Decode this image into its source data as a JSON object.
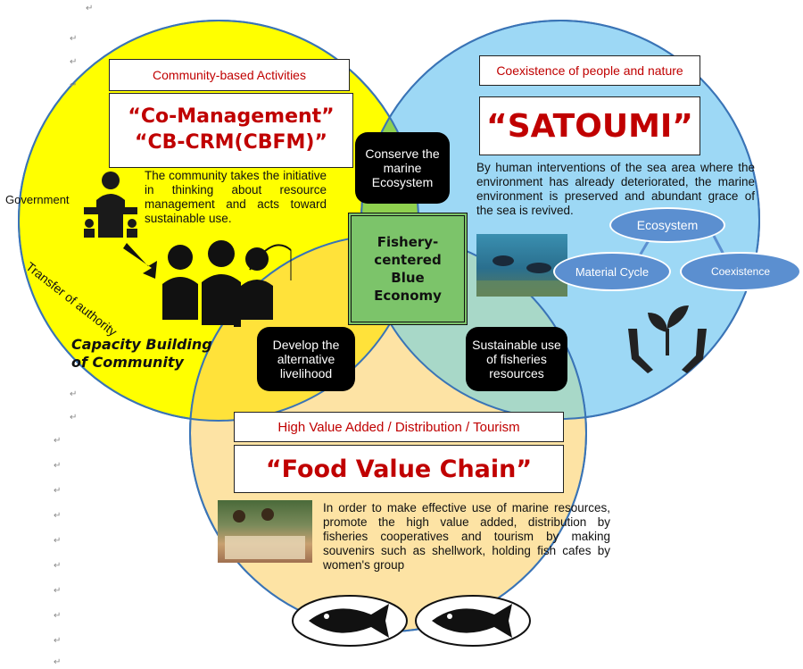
{
  "circles": {
    "community": {
      "header": "Community-based Activities",
      "title_line1": "“Co-Management”",
      "title_line2": "“CB-CRM(CBFM)”",
      "description": "The community takes the initiative in thinking about resource management and acts toward sustainable use.",
      "government_label": "Government",
      "transfer_label": "Transfer of authority",
      "capacity_line1": "Capacity Building",
      "capacity_line2": "of Community"
    },
    "satoumi": {
      "header": "Coexistence of people and nature",
      "title": "“SATOUMI”",
      "description": "By human interventions of the sea area where the environment has already deteriorated, the marine environment is preserved and abundant grace of the sea is revived.",
      "cycle": {
        "ecosystem": "Ecosystem",
        "material_cycle": "Material Cycle",
        "coexistence": "Coexistence"
      }
    },
    "food": {
      "header": "High Value Added / Distribution / Tourism",
      "title": "“Food Value Chain”",
      "description": "In order to make effective use of marine resources, promote the high value added, distribution by fisheries cooperatives and tourism by making souvenirs such as shellwork, holding fish cafes by women's group"
    }
  },
  "overlaps": {
    "conserve": "Conserve the marine Ecosystem",
    "develop": "Develop the alternative livelihood",
    "sustainable": "Sustainable use of fisheries resources"
  },
  "center": {
    "line1": "Fishery-",
    "line2": "centered",
    "line3": "Blue",
    "line4": "Economy"
  },
  "colors": {
    "yellow": "#ffff00",
    "blue": "#9dd8f5",
    "orange": "#fde3a4",
    "green_overlap": "#8fd14f",
    "accent_red": "#c00000",
    "cycle_blue": "#5b8fd0"
  }
}
